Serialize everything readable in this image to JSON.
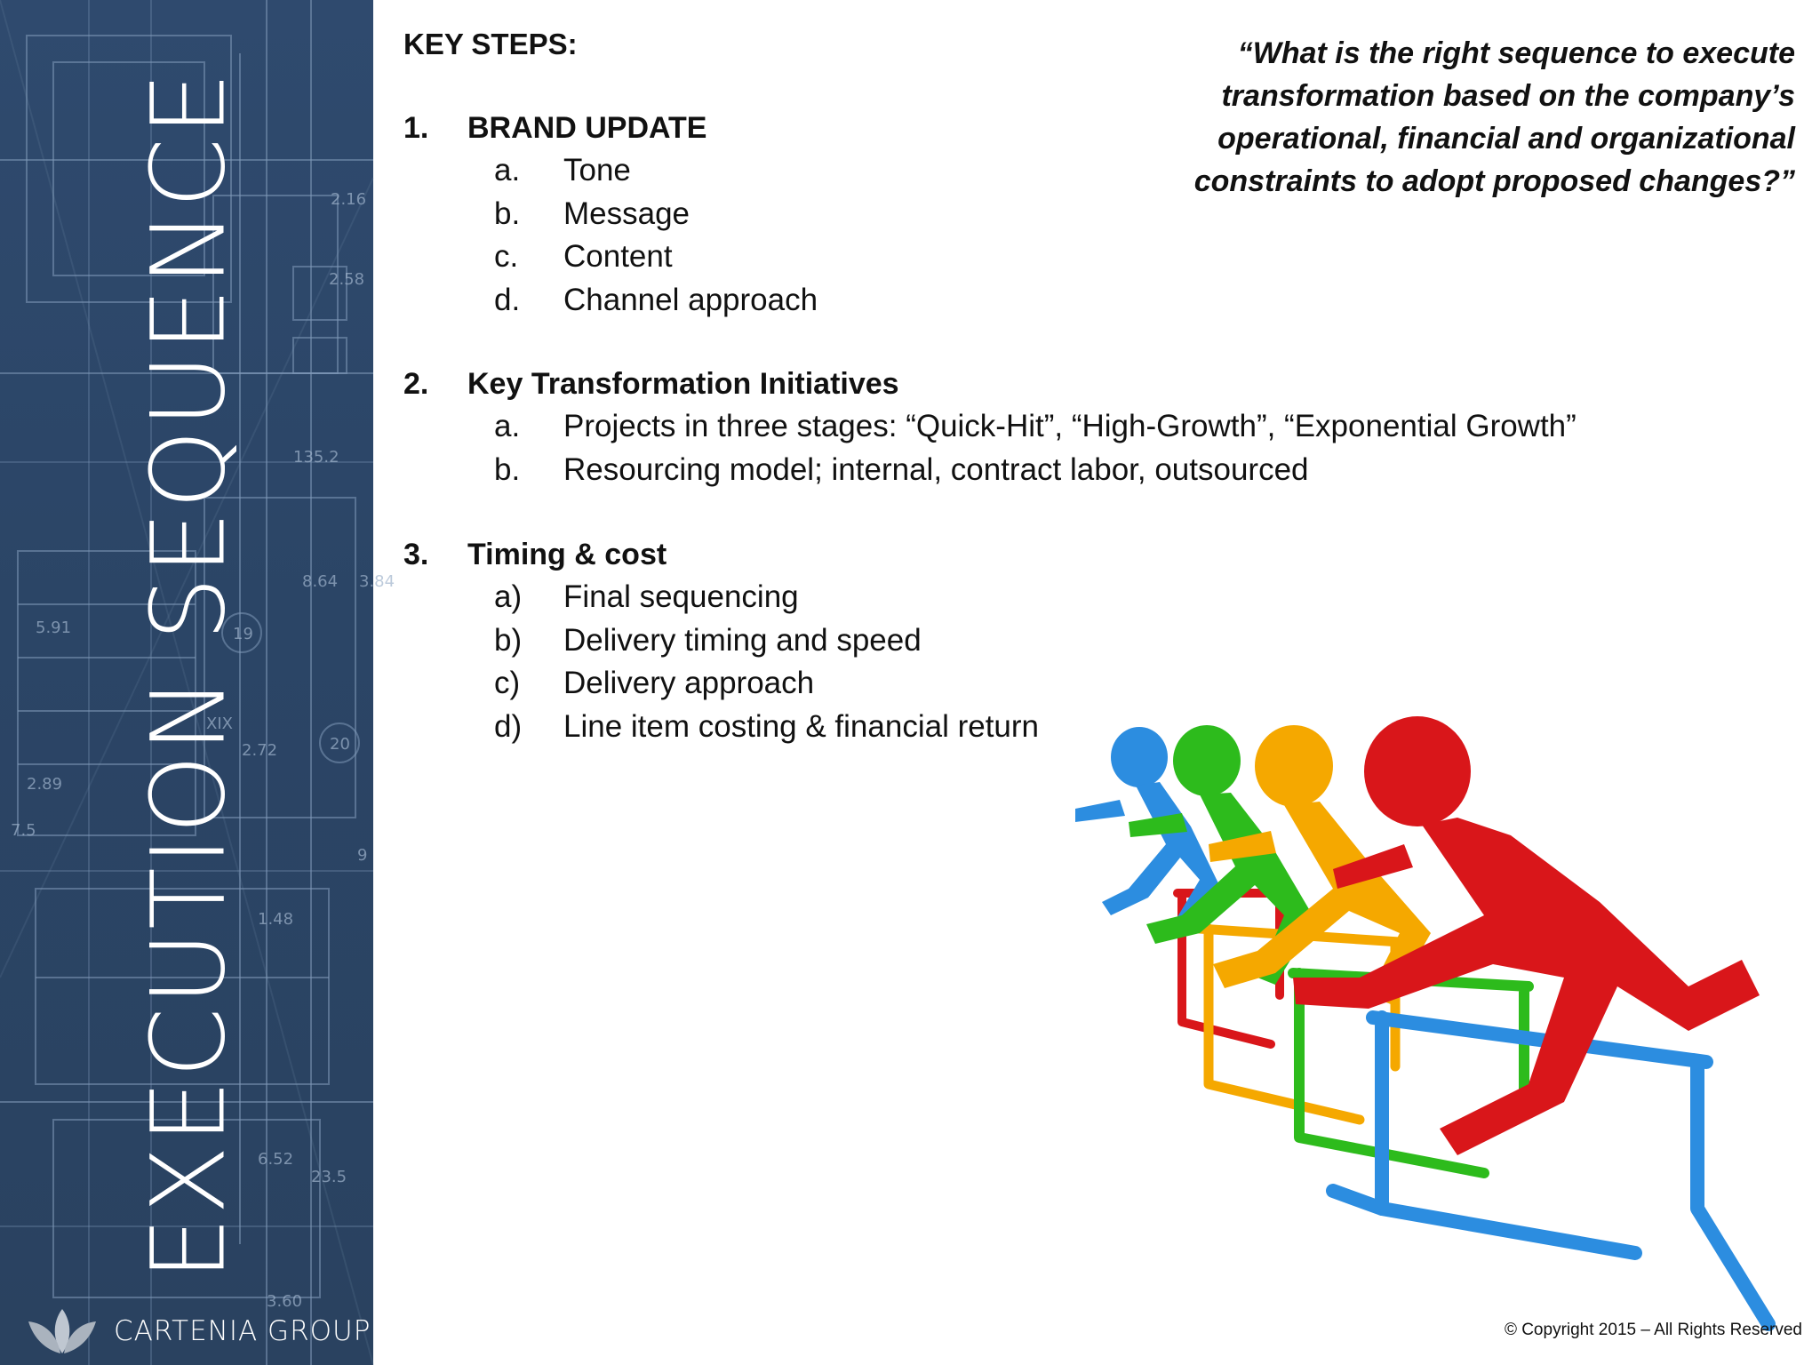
{
  "sidebar": {
    "title": "EXECUTION SEQUENCE",
    "brand": "CARTENIA GROUP",
    "logo_icon": "lotus-leaves-icon",
    "colors": {
      "background": "#2d4769",
      "lines": "#7f99b8",
      "text": "#ffffff"
    },
    "blueprint_labels": [
      "135.2",
      "5.91",
      "2.89",
      "7.5",
      "8.64",
      "3.84",
      "2.72",
      "1.48",
      "6.52",
      "3.60",
      "23.5",
      "19",
      "20",
      "XIX",
      "2.16",
      "2.58",
      "9"
    ]
  },
  "main": {
    "heading": "KEY STEPS:",
    "steps": [
      {
        "number": "1.",
        "title": "BRAND UPDATE",
        "items": [
          {
            "marker": "a.",
            "text": "Tone"
          },
          {
            "marker": "b.",
            "text": "Message"
          },
          {
            "marker": "c.",
            "text": "Content"
          },
          {
            "marker": "d.",
            "text": "Channel approach"
          }
        ]
      },
      {
        "number": "2.",
        "title": "Key Transformation Initiatives",
        "items": [
          {
            "marker": "a.",
            "text": "Projects in three stages: “Quick-Hit”, “High-Growth”, “Exponential Growth”"
          },
          {
            "marker": "b.",
            "text": "Resourcing model; internal, contract labor, outsourced"
          }
        ]
      },
      {
        "number": "3.",
        "title": "Timing & cost",
        "items": [
          {
            "marker": "a)",
            "text": "Final sequencing"
          },
          {
            "marker": "b)",
            "text": "Delivery timing and speed"
          },
          {
            "marker": "c)",
            "text": "Delivery approach"
          },
          {
            "marker": "d)",
            "text": "Line item costing & financial return"
          }
        ]
      }
    ],
    "quote": "“What is the right sequence to execute transformation based on the company’s operational, financial and organizational constraints to adopt proposed changes?”"
  },
  "illustration": {
    "icon": "hurdle-runners-illustration",
    "colors": {
      "red": "#d9161a",
      "yellow": "#f5a800",
      "green": "#2dbb1c",
      "blue": "#2c8de0"
    }
  },
  "footer": {
    "copyright": "© Copyright 2015 – All Rights Reserved"
  }
}
